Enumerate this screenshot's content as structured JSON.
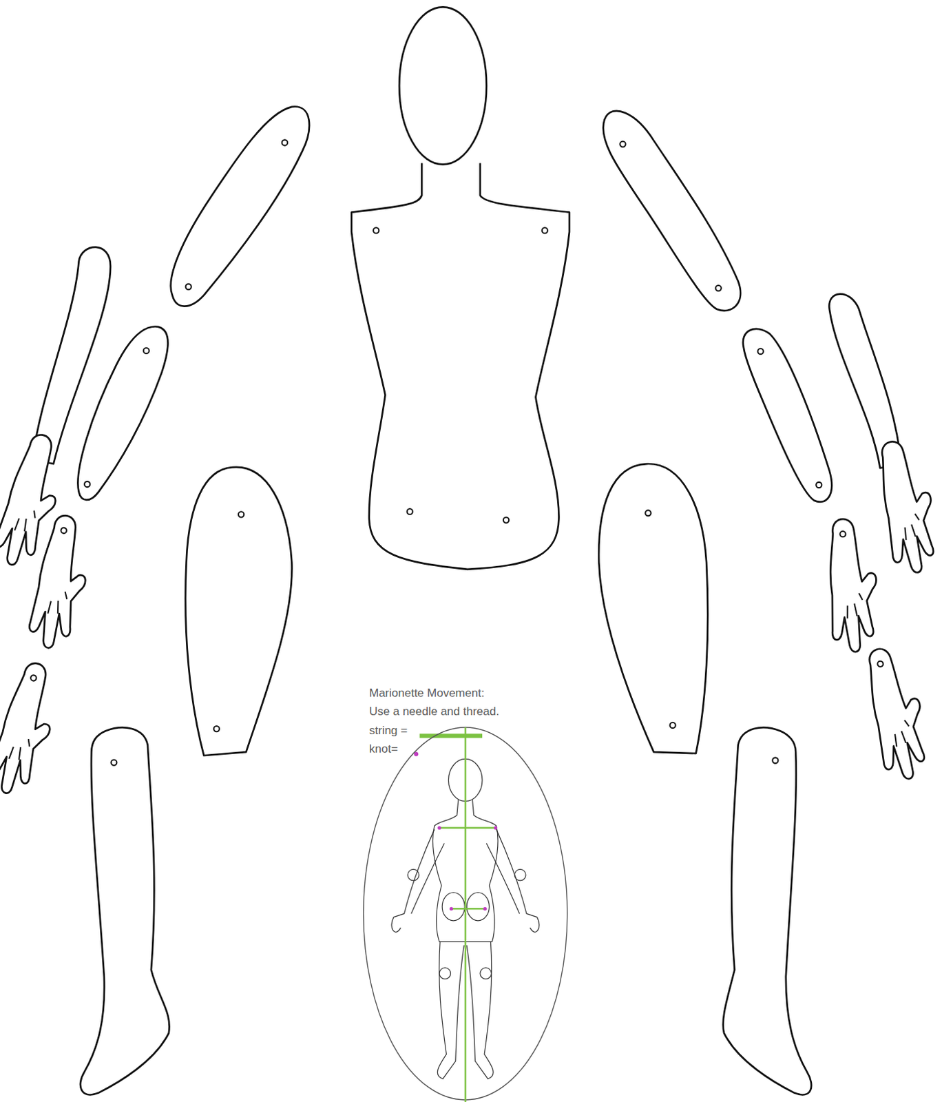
{
  "diagram": {
    "labels": [
      "Marionette Movement:",
      "Use a needle and thread."
    ],
    "legend": [
      {
        "text": "string ="
      },
      {
        "text": "knot="
      }
    ]
  }
}
